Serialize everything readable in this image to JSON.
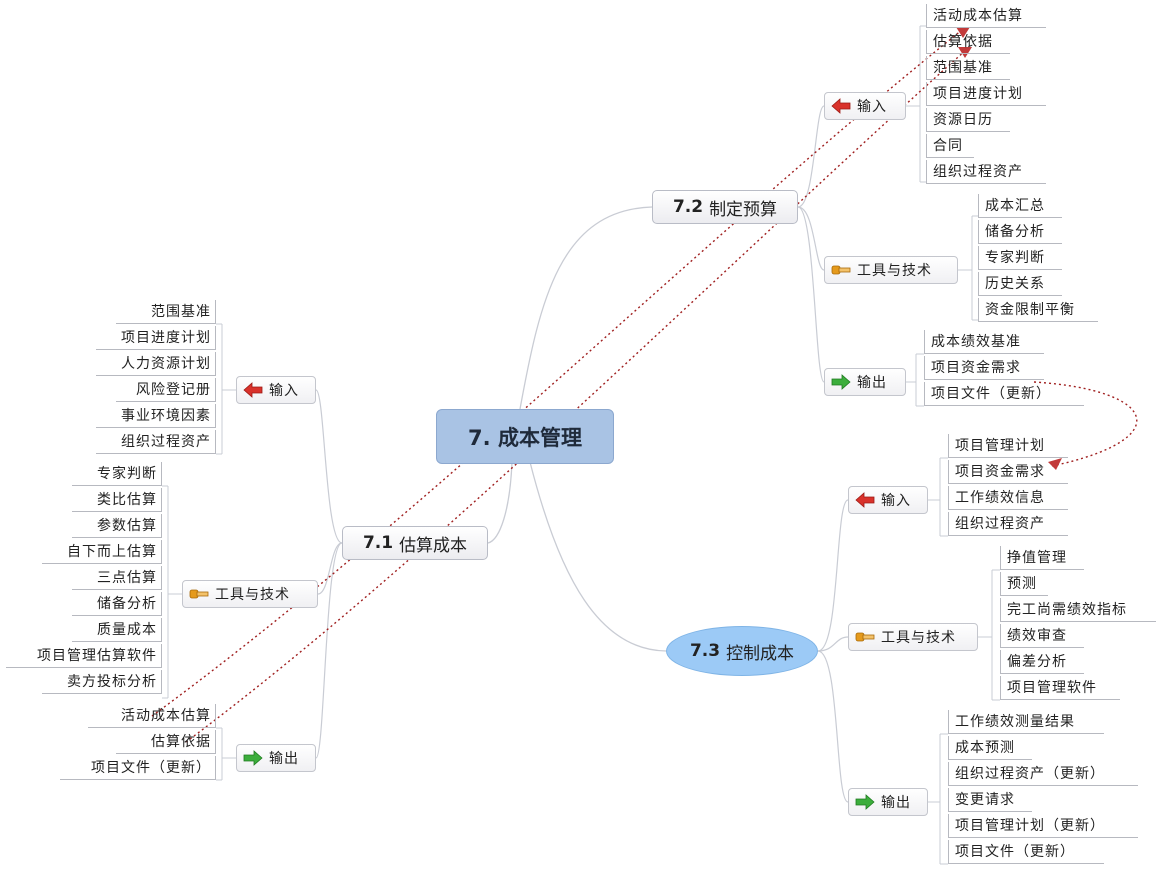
{
  "root": {
    "title": "7. 成本管理"
  },
  "colors": {
    "root_fill": "#a9c3e4",
    "ellipse_fill": "#9ccaf6",
    "link_dotted": "#a02020",
    "input_icon": "#d9322b",
    "tool_icon": "#e59a1c",
    "output_icon": "#3cae3c"
  },
  "b71": {
    "num": "7.1",
    "title": "估算成本",
    "input": {
      "label": "输入",
      "icon": "red-left-arrow-icon",
      "items": [
        "范围基准",
        "项目进度计划",
        "人力资源计划",
        "风险登记册",
        "事业环境因素",
        "组织过程资产"
      ]
    },
    "tools": {
      "label": "工具与技术",
      "icon": "wrench-tool-icon",
      "items": [
        "专家判断",
        "类比估算",
        "参数估算",
        "自下而上估算",
        "三点估算",
        "储备分析",
        "质量成本",
        "项目管理估算软件",
        "卖方投标分析"
      ]
    },
    "output": {
      "label": "输出",
      "icon": "green-right-arrow-icon",
      "items": [
        "活动成本估算",
        "估算依据",
        "项目文件（更新）"
      ]
    }
  },
  "b72": {
    "num": "7.2",
    "title": "制定预算",
    "input": {
      "label": "输入",
      "icon": "red-left-arrow-icon",
      "items": [
        "活动成本估算",
        "估算依据",
        "范围基准",
        "项目进度计划",
        "资源日历",
        "合同",
        "组织过程资产"
      ]
    },
    "tools": {
      "label": "工具与技术",
      "icon": "wrench-tool-icon",
      "items": [
        "成本汇总",
        "储备分析",
        "专家判断",
        "历史关系",
        "资金限制平衡"
      ]
    },
    "output": {
      "label": "输出",
      "icon": "green-right-arrow-icon",
      "items": [
        "成本绩效基准",
        "项目资金需求",
        "项目文件（更新）"
      ]
    }
  },
  "b73": {
    "num": "7.3",
    "title": "控制成本",
    "input": {
      "label": "输入",
      "icon": "red-left-arrow-icon",
      "items": [
        "项目管理计划",
        "项目资金需求",
        "工作绩效信息",
        "组织过程资产"
      ]
    },
    "tools": {
      "label": "工具与技术",
      "icon": "wrench-tool-icon",
      "items": [
        "挣值管理",
        "预测",
        "完工尚需绩效指标",
        "绩效审查",
        "偏差分析",
        "项目管理软件"
      ]
    },
    "output": {
      "label": "输出",
      "icon": "green-right-arrow-icon",
      "items": [
        "工作绩效测量结果",
        "成本预测",
        "组织过程资产（更新）",
        "变更请求",
        "项目管理计划（更新）",
        "项目文件（更新）"
      ]
    }
  }
}
